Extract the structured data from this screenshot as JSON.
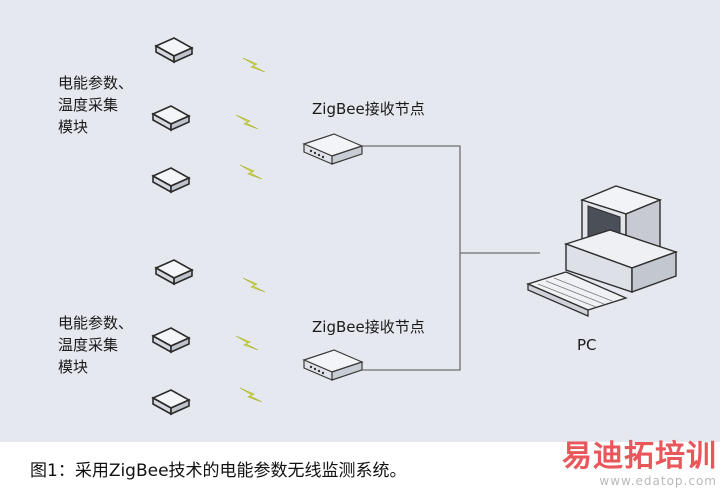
{
  "diagram": {
    "modules_top_label": [
      "电能参数、",
      "温度采集",
      "模块"
    ],
    "modules_bottom_label": [
      "电能参数、",
      "温度采集",
      "模块"
    ],
    "node_top_label": "ZigBee接收节点",
    "node_bottom_label": "ZigBee接收节点",
    "pc_label": "PC"
  },
  "caption": "图1：采用ZigBee技术的电能参数无线监测系统。",
  "watermark": {
    "logo_text": "易迪拓培训",
    "url": "www.edatop.com"
  },
  "colors": {
    "panel_background": "#e6e8ef",
    "wire": "#6e6e6e",
    "lightning": "#d8e23a",
    "watermark": "#e8454a"
  }
}
